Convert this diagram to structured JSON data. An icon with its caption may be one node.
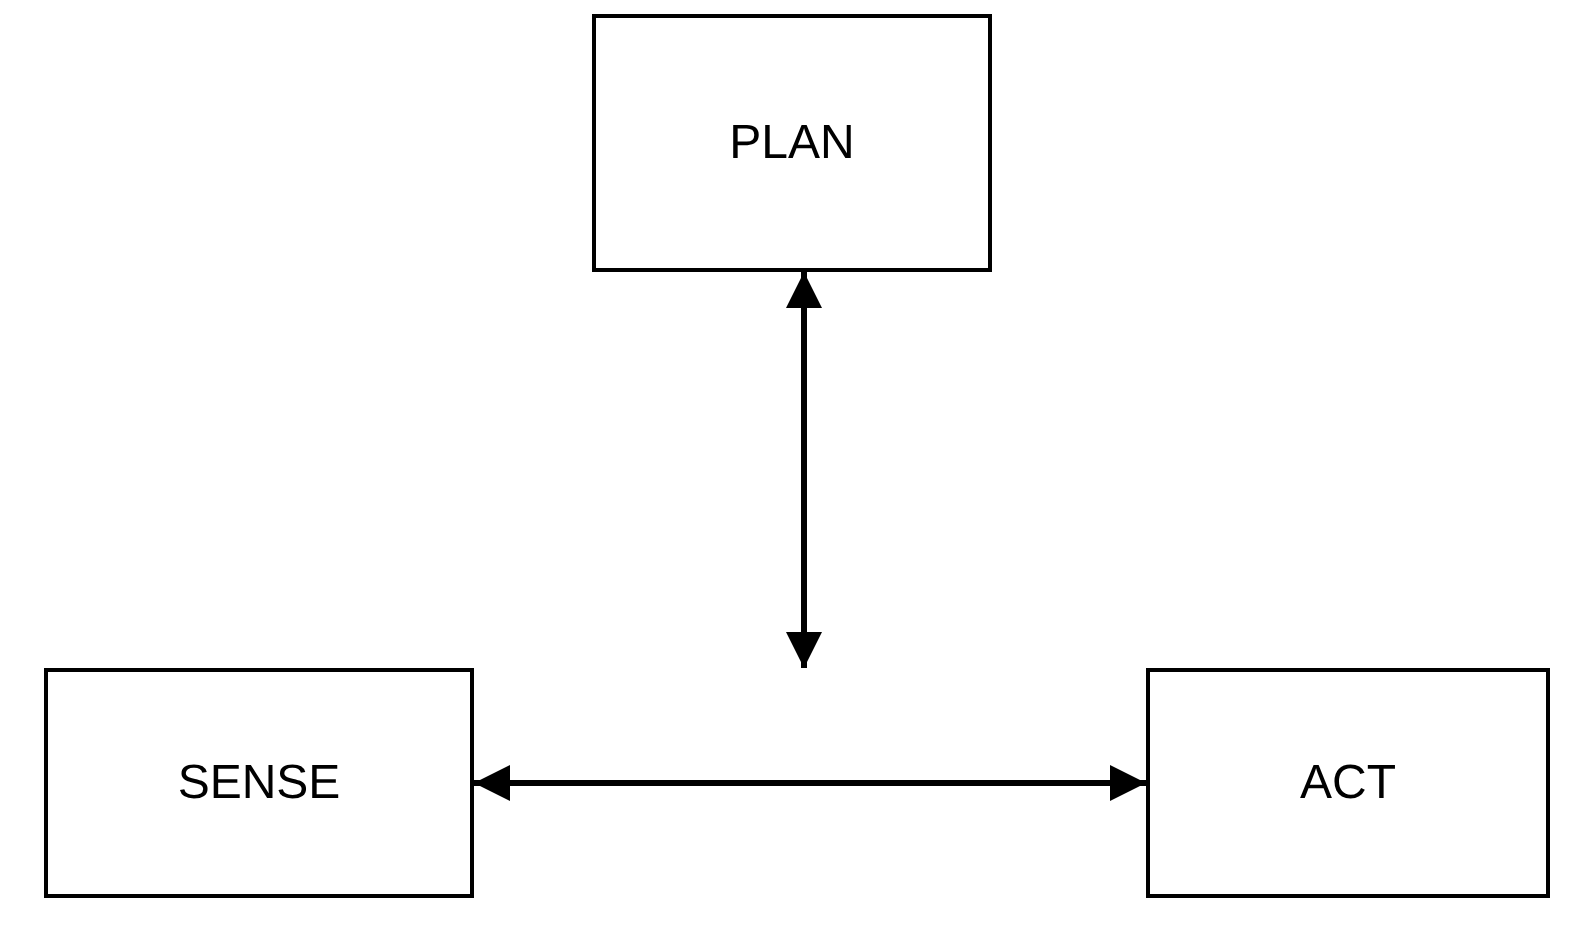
{
  "diagram": {
    "nodes": [
      {
        "text": [
          "PLAN"
        ]
      },
      {
        "text": [
          "SENSE"
        ]
      },
      {
        "text": [
          "ACT"
        ]
      }
    ],
    "edges": [
      {
        "from": 0,
        "to": null,
        "arrow": "both"
      },
      {
        "from": 1,
        "to": 2,
        "arrow": "both"
      }
    ]
  }
}
